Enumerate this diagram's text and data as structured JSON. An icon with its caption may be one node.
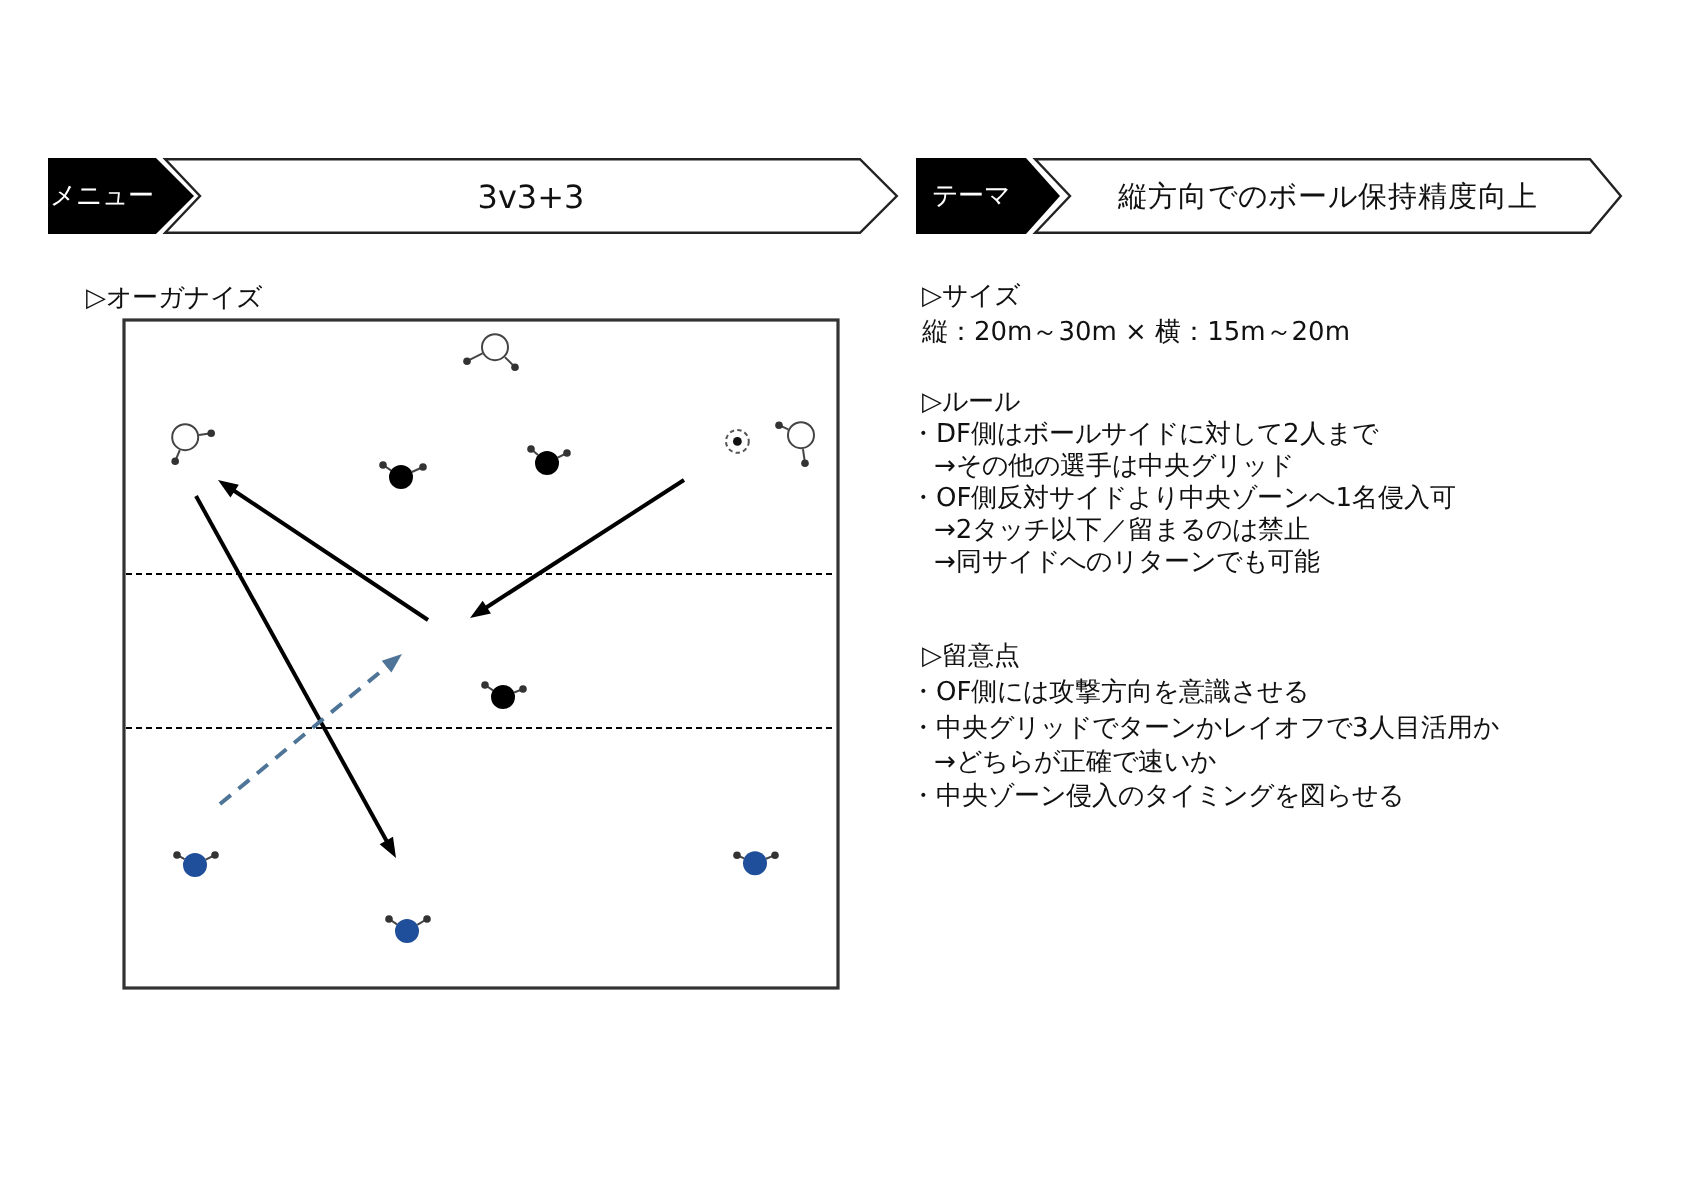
{
  "diagram": {
    "nodes": [
      {
        "text": [
          "メニュー"
        ]
      },
      {
        "text": [
          "3v3+3"
        ]
      },
      {
        "text": [
          "テーマ"
        ]
      },
      {
        "text": [
          "縦方向でのボール保持精度向上"
        ]
      }
    ],
    "labels": [
      "▷オーガナイズ",
      "▷サイズ",
      "縦：20m～30m × 横：15m～20m",
      "▷ルール",
      "・DF側はボールサイドに対して2人まで",
      "→その他の選手は中央グリッド",
      "・OF側反対サイドより中央ゾーンへ1名侵入可",
      "→2タッチ以下／留まるのは禁止",
      "→同サイドへのリターンでも可能",
      "▷留意点",
      "・OF側には攻撃方向を意識させる",
      "・中央グリッドでターンかレイオフで3人目活用か",
      "→どちらが正確で速いか",
      "・中央ゾーン侵入のタイミングを図らせる"
    ]
  }
}
